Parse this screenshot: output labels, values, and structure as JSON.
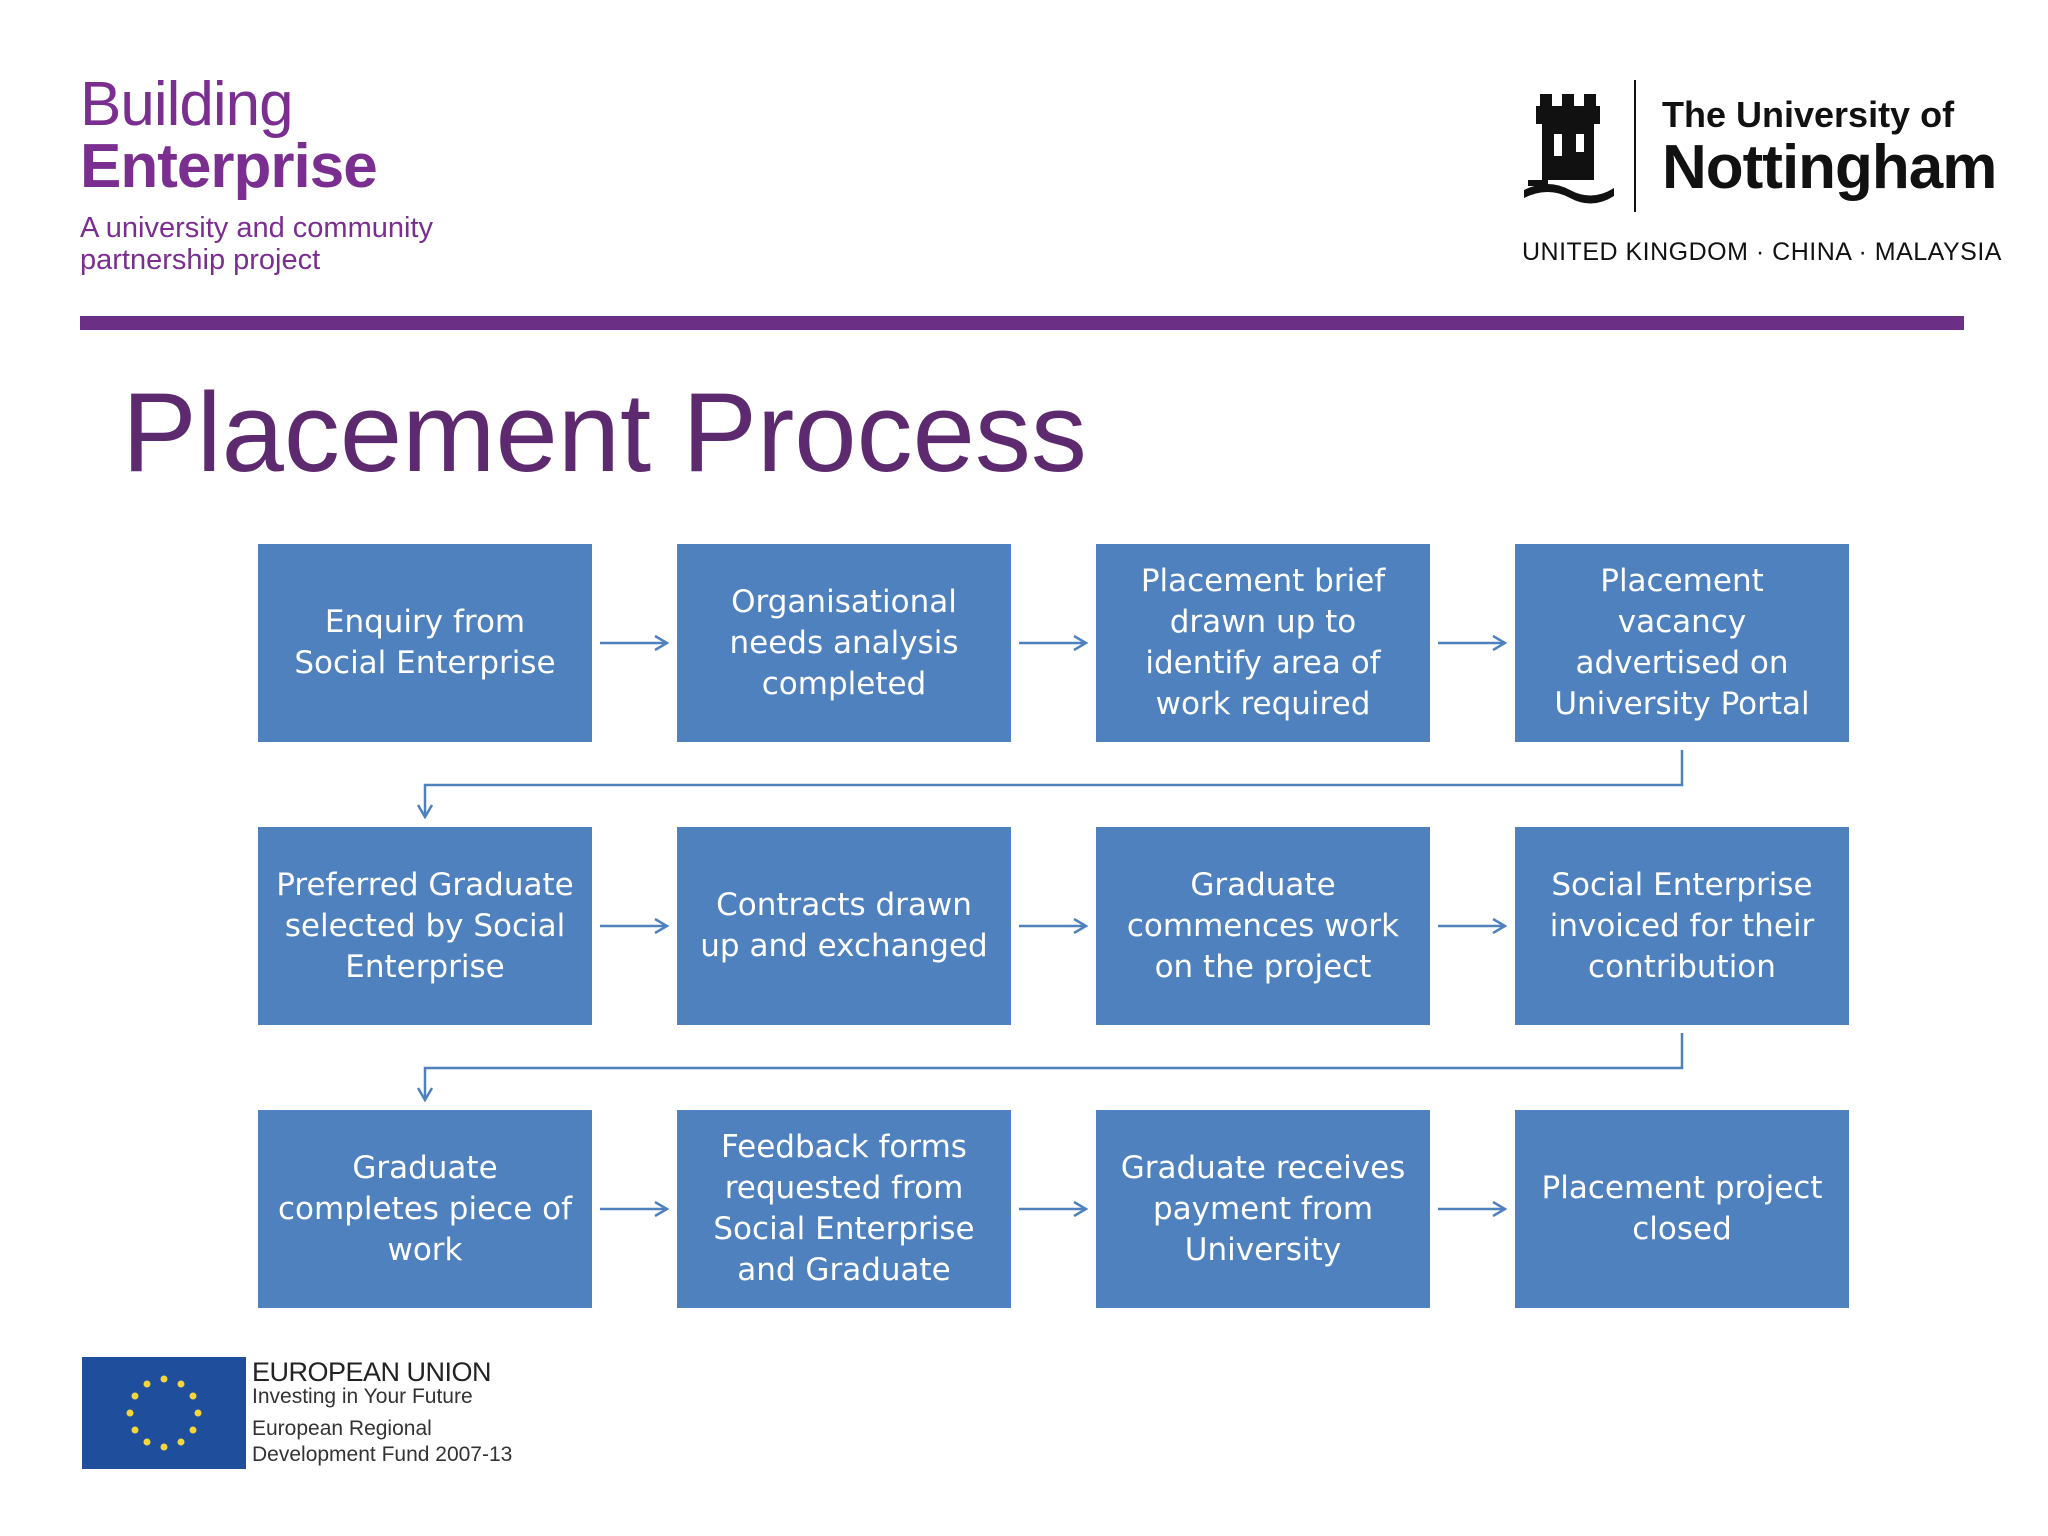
{
  "header": {
    "be_logo": {
      "line1": "Building",
      "line2": "Enterprise",
      "tagline": "A university and community partnership project"
    },
    "uon_logo": {
      "line_small": "The University of",
      "line_big": "Nottingham",
      "campuses": "UNITED KINGDOM · CHINA · MALAYSIA"
    }
  },
  "title": "Placement Process",
  "colors": {
    "brand_purple": "#7a2e8f",
    "title_purple": "#5e2a6f",
    "rule_purple": "#6b2f85",
    "box_fill": "#4e81bd",
    "arrow": "#4e81bd"
  },
  "steps": [
    "Enquiry from Social Enterprise",
    "Organisational needs analysis completed",
    "Placement brief drawn up to identify area of work required",
    "Placement vacancy advertised on University Portal",
    "Preferred Graduate selected by Social Enterprise",
    "Contracts drawn up and exchanged",
    "Graduate commences work on the project",
    "Social Enterprise invoiced for their contribution",
    "Graduate completes piece of work",
    "Feedback forms requested from Social Enterprise and Graduate",
    "Graduate receives payment from University",
    "Placement project closed"
  ],
  "footer": {
    "eu_logo": {
      "title": "EUROPEAN UNION",
      "subtitle": "Investing in Your Future",
      "fund_line1": "European Regional",
      "fund_line2": "Development Fund 2007-13"
    }
  }
}
